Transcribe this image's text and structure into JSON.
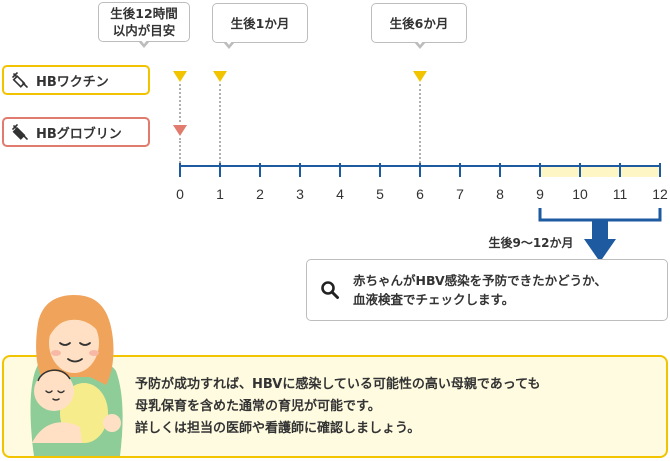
{
  "callouts": {
    "c0_line1": "生後12時間",
    "c0_line2": "以内が目安",
    "c1": "生後1か月",
    "c6": "生後6か月"
  },
  "legend": {
    "vaccine_label": "HBワクチン",
    "globulin_label": "HBグロブリン"
  },
  "axis": {
    "ticks": [
      "0",
      "1",
      "2",
      "3",
      "4",
      "5",
      "6",
      "7",
      "8",
      "9",
      "10",
      "11",
      "12"
    ]
  },
  "range_label": "生後9〜12か月",
  "check": {
    "icon": "search-icon",
    "line1": "赤ちゃんがHBV感染を予防できたかどうか、",
    "line2": "血液検査でチェックします。"
  },
  "info": {
    "line1": "予防が成功すれば、HBVに感染している可能性の高い母親であっても",
    "line2": "母乳保育を含めた通常の育児が可能です。",
    "line3": "詳しくは担当の医師や看護師に確認しましょう。"
  },
  "colors": {
    "vaccine": "#f2c400",
    "globulin": "#e07b6e",
    "arrow": "#1e5aa0",
    "range_fill": "#fff6c6",
    "axis": "#1e5aa0"
  }
}
